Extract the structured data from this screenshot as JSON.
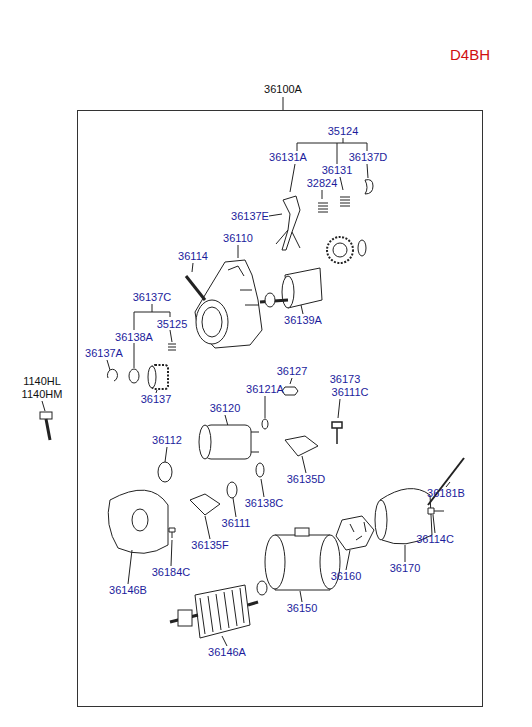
{
  "diagram": {
    "nodes": [
      {
        "text": [
          "36100A"
        ]
      }
    ],
    "labels": [
      "D4BH",
      "35124",
      "36131A",
      "36137D",
      "36131",
      "32824",
      "36137E",
      "36110",
      "36114",
      "36137C",
      "36138A",
      "35125",
      "36137A",
      "1140HL",
      "1140HM",
      "36127",
      "36173",
      "36111C",
      "36121A",
      "36139A",
      "36137",
      "36120",
      "36112",
      "36135D",
      "36138C",
      "36181B",
      "36111",
      "36114C",
      "36146B",
      "36184C",
      "36135F",
      "36160",
      "36170",
      "36150",
      "36146A"
    ]
  }
}
